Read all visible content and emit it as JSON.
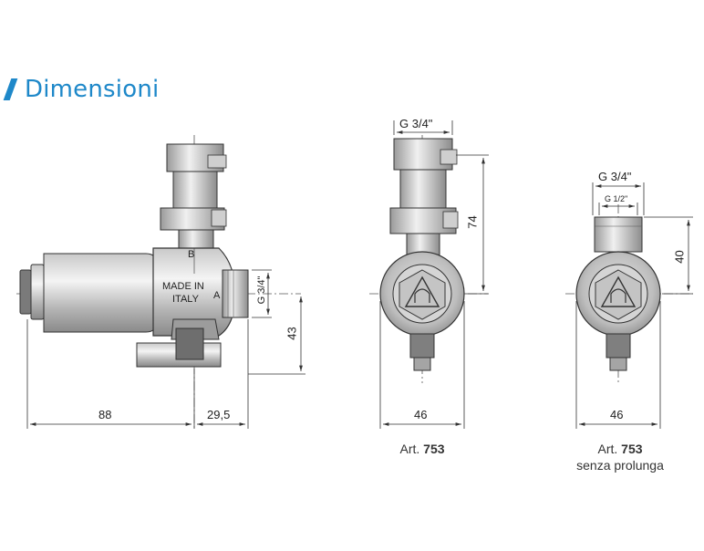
{
  "section": {
    "title": "Dimensioni",
    "accent": "#1e88c9"
  },
  "view_left": {
    "dim_length": "88",
    "dim_length2": "29,5",
    "dim_height": "43",
    "thread": "G 3/4\"",
    "marking_1": "MADE IN",
    "marking_2": "ITALY",
    "port_a": "A",
    "port_b": "B"
  },
  "view_center": {
    "thread": "G 3/4\"",
    "dim_height": "74",
    "dim_width": "46",
    "caption_prefix": "Art.",
    "caption_code": "753"
  },
  "view_right": {
    "thread_outer": "G 3/4\"",
    "thread_inner": "G 1/2\"",
    "dim_height": "40",
    "dim_width": "46",
    "caption_prefix": "Art.",
    "caption_code": "753",
    "caption_note": "senza prolunga"
  }
}
